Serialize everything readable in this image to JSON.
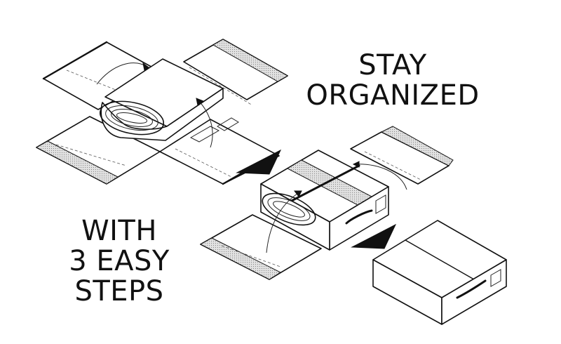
{
  "headline_top": {
    "line1": "STAY",
    "line2": "ORGANIZED"
  },
  "headline_bottom": {
    "line1": "WITH",
    "line2": "3 EASY",
    "line3": "STEPS"
  },
  "colors": {
    "ink": "#111111",
    "background": "#ffffff",
    "velcro": "#d6d6d6"
  },
  "steps": [
    {
      "name": "step-1-roll-clothes"
    },
    {
      "name": "step-2-fold-flaps"
    },
    {
      "name": "step-3-closed-cube"
    }
  ]
}
